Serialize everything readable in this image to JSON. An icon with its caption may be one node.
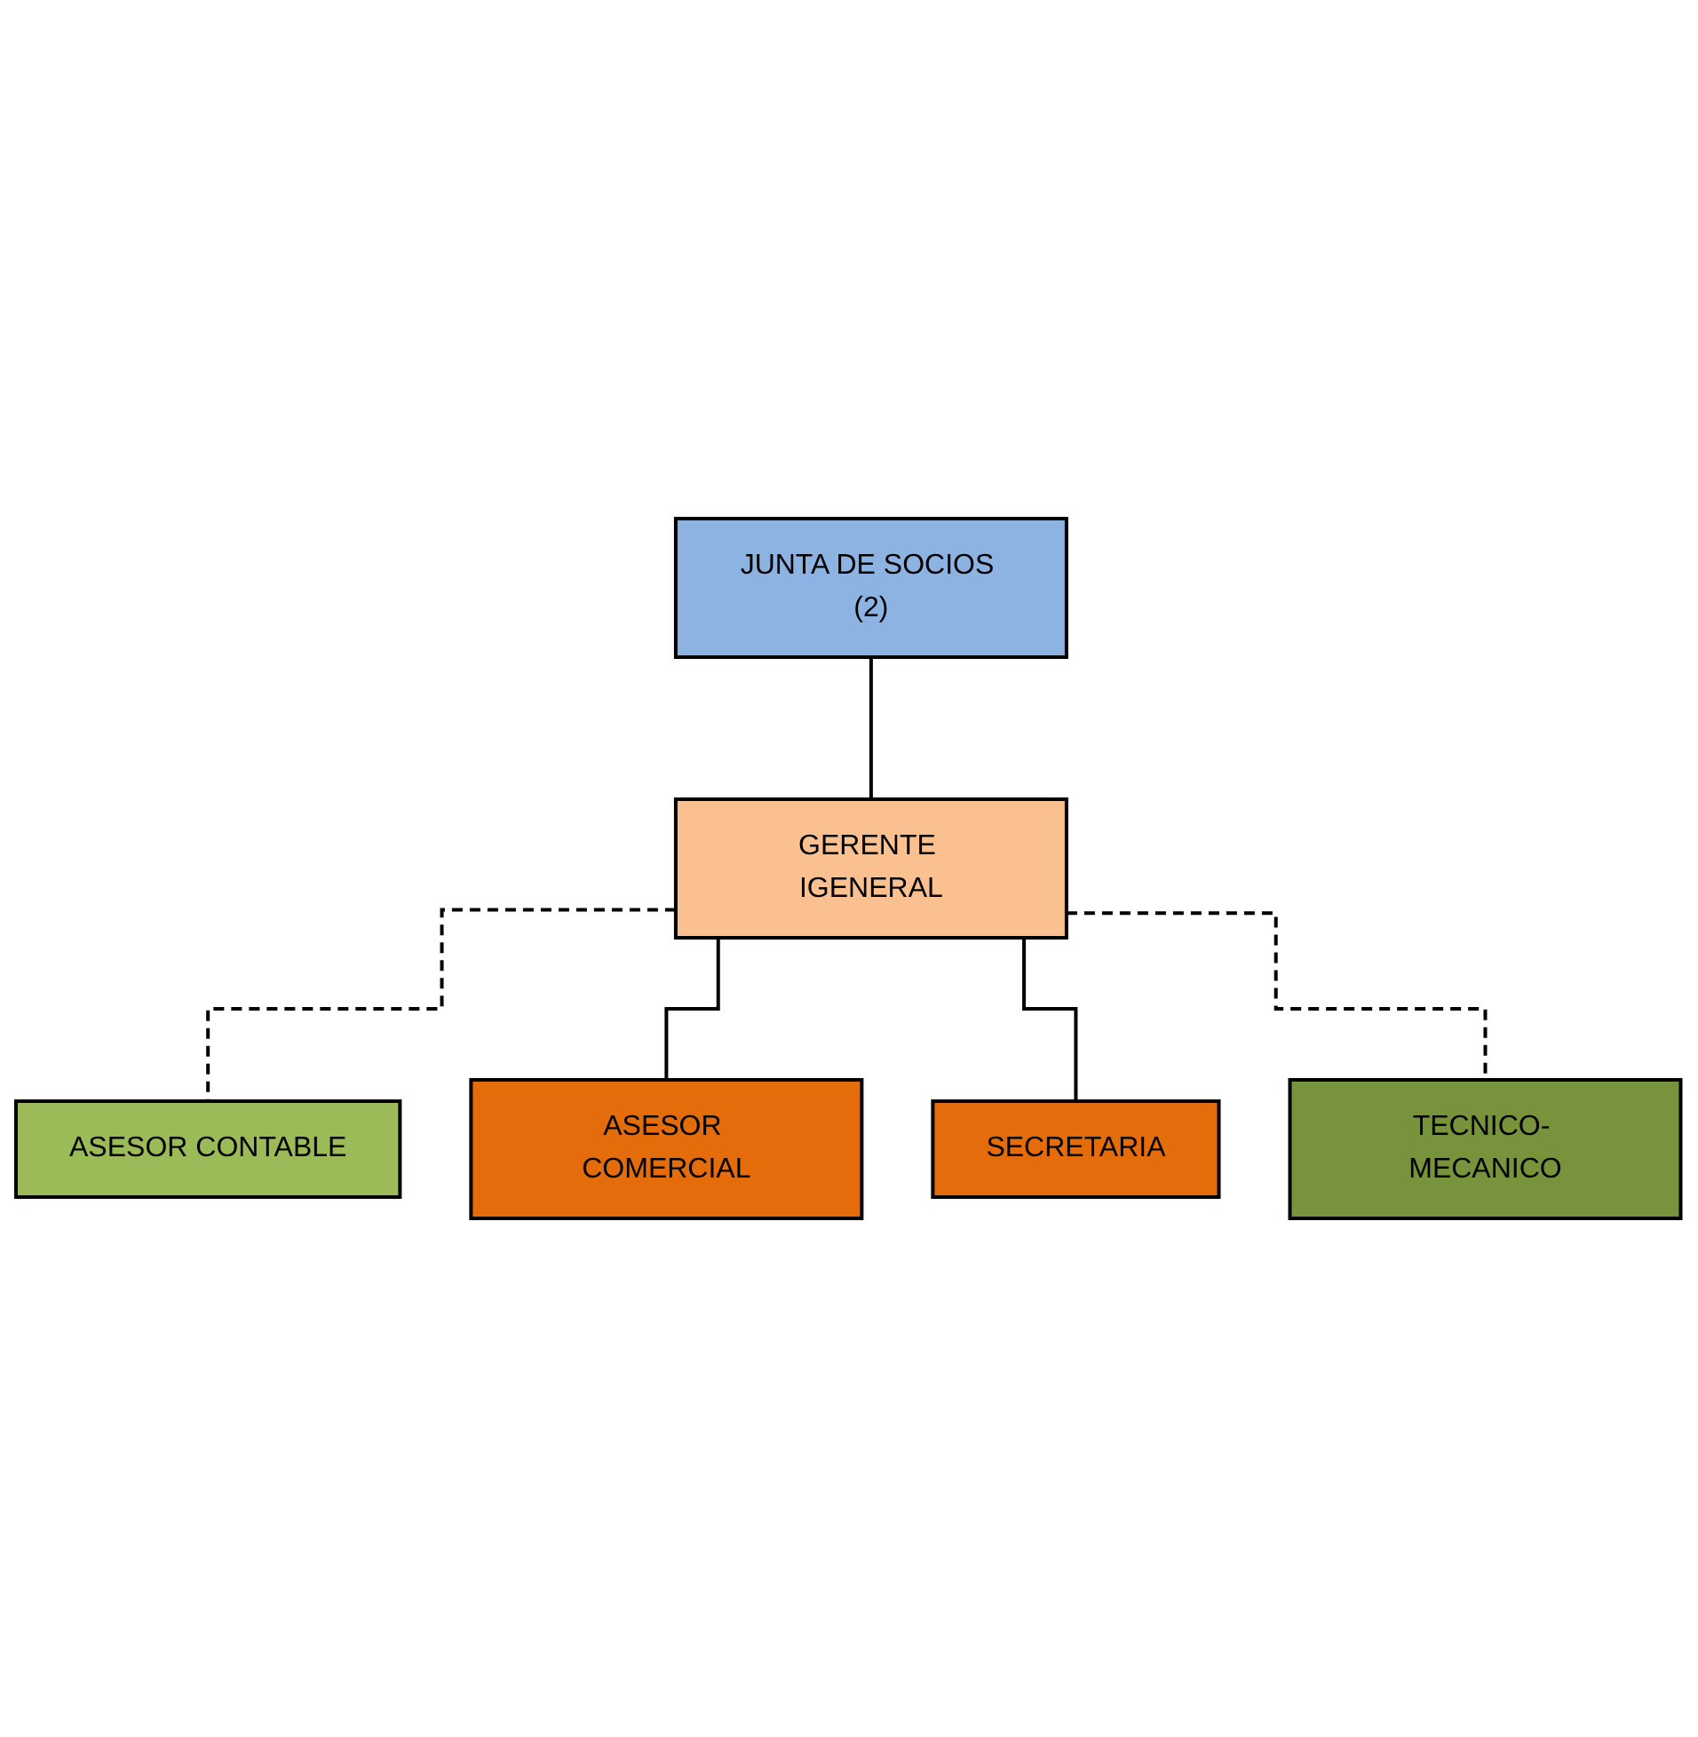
{
  "diagram": {
    "nodes": [
      {
        "text": [
          "JUNTA DE SOCIOS (2)"
        ]
      },
      {
        "text": [
          "GERENTE IGENERAL"
        ]
      },
      {
        "text": [
          "ASESOR CONTABLE"
        ]
      },
      {
        "text": [
          "ASESOR COMERCIAL"
        ]
      },
      {
        "text": [
          "SECRETARIA"
        ]
      },
      {
        "text": [
          "TECNICO- MECANICO"
        ]
      }
    ],
    "edges": [
      {
        "from": 0,
        "to": 1,
        "arrow": "none"
      },
      {
        "from": 1,
        "to": 2,
        "arrow": "none",
        "style": "dashed"
      },
      {
        "from": 1,
        "to": 3,
        "arrow": "none"
      },
      {
        "from": 1,
        "to": 4,
        "arrow": "none"
      },
      {
        "from": 1,
        "to": 5,
        "arrow": "none",
        "style": "dashed"
      }
    ]
  }
}
